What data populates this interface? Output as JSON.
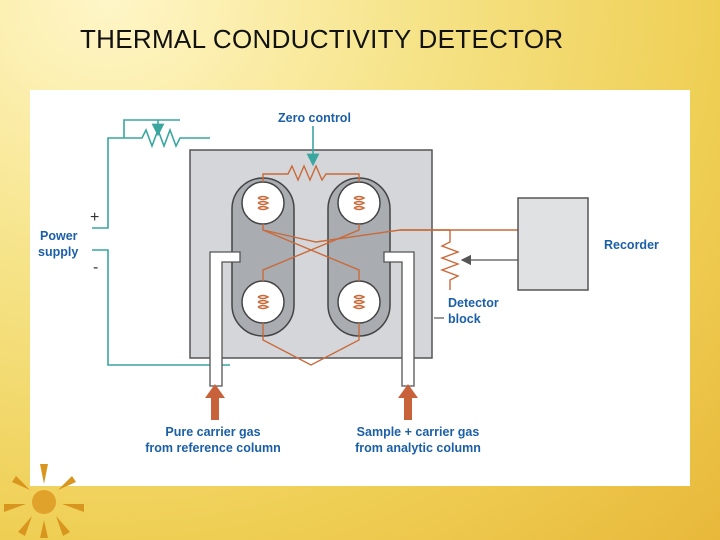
{
  "slide": {
    "title": "THERMAL CONDUCTIVITY DETECTOR"
  },
  "diagram": {
    "labels": {
      "zero_control": "Zero control",
      "power_supply_line1": "Power",
      "power_supply_line2": "supply",
      "plus": "+",
      "minus": "-",
      "recorder": "Recorder",
      "detector_block_line1": "Detector",
      "detector_block_line2": "block",
      "reference_line1": "Pure carrier gas",
      "reference_line2": "from reference column",
      "sample_line1": "Sample + carrier gas",
      "sample_line2": "from analytic column"
    },
    "colors": {
      "label": "#1b5fa8",
      "power_wire": "#3aa6a0",
      "bridge_wire": "#c96a3a",
      "block_fill": "#d4d6d9",
      "channel_fill": "#a9acb1",
      "arrow": "#c8623a",
      "recorder_fill": "#dfe1e3"
    }
  }
}
